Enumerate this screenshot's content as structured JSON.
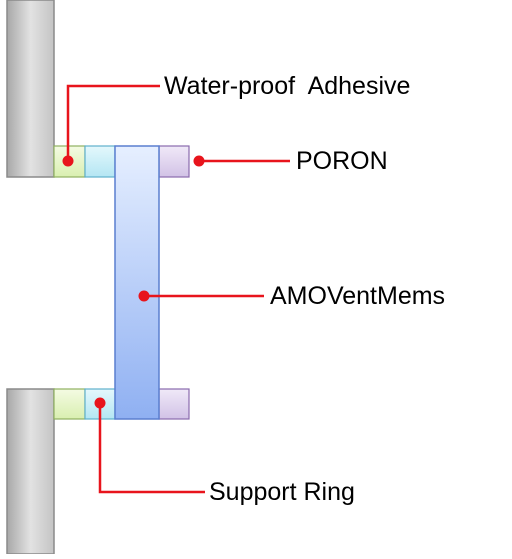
{
  "labels": {
    "adhesive": "Water-proof  Adhesive",
    "poron": "PORON",
    "membrane": "AMOVentMems",
    "support_ring": "Support Ring"
  },
  "colors": {
    "callout": "#e8141c",
    "housing_fill": "#d6d6d6",
    "housing_stroke": "#8a8a8a",
    "adhesive_fill": "#e6f5c4",
    "adhesive_stroke": "#8fb060",
    "support_ring_fill": "#c9eef7",
    "support_ring_stroke": "#5fb0cc",
    "membrane_top": "#e6efff",
    "membrane_bottom": "#8fb0f2",
    "membrane_stroke": "#5a7fcf",
    "poron_fill": "#e2d6ef",
    "poron_stroke": "#8a6aad"
  }
}
